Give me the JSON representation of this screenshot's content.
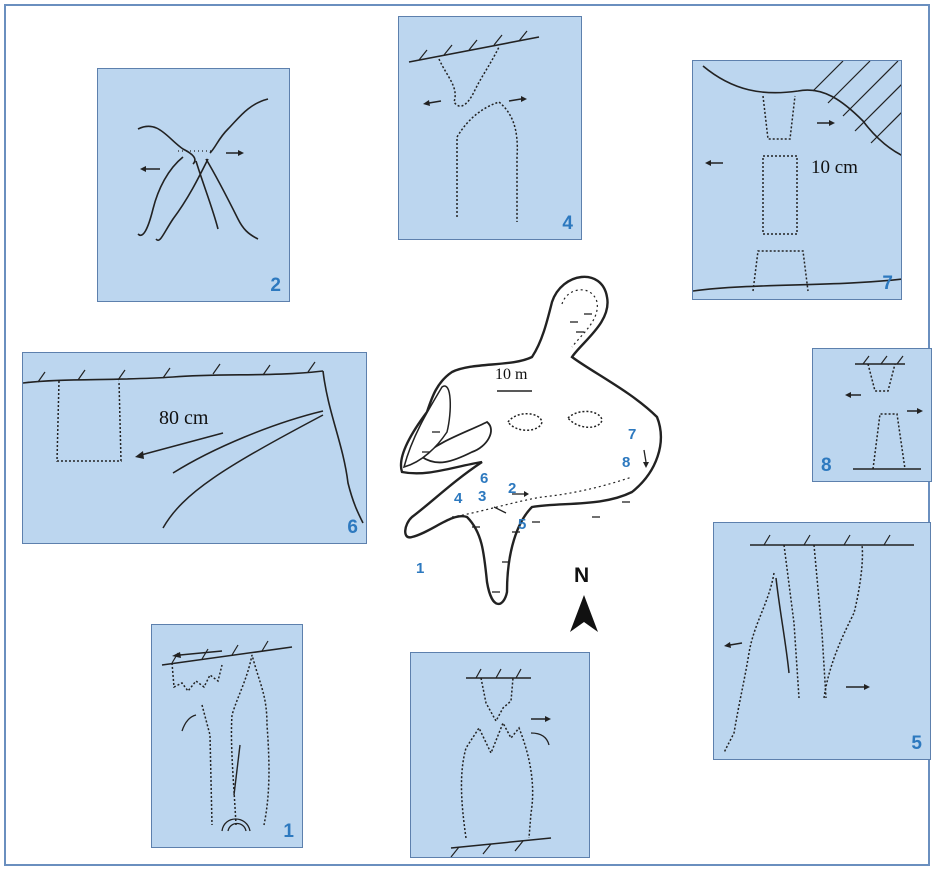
{
  "panels": {
    "p1": {
      "number": "1"
    },
    "p2": {
      "number": "2"
    },
    "p3": {
      "number": ""
    },
    "p4": {
      "number": "4"
    },
    "p5": {
      "number": "5"
    },
    "p6": {
      "number": "6",
      "dimension": "80 cm"
    },
    "p7": {
      "number": "7",
      "dimension": "10 cm"
    },
    "p8": {
      "number": "8"
    }
  },
  "map": {
    "scale_label": "10 m",
    "north_label": "N",
    "markers": [
      "1",
      "2",
      "3",
      "4",
      "5",
      "6",
      "7",
      "8"
    ]
  },
  "colors": {
    "panel_fill": "#bcd6ef",
    "panel_border": "#5d80ad",
    "numeral": "#2d79bf",
    "frame": "#6a8fbf"
  }
}
